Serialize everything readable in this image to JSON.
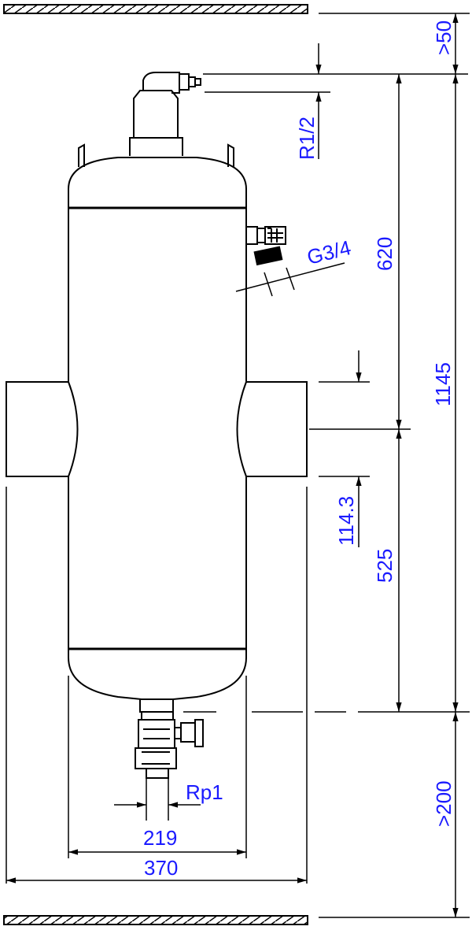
{
  "dimensions": {
    "top_clearance": ">50",
    "vent_thread": "R1/2",
    "side_thread": "G3/4",
    "height_620": "620",
    "height_1145": "1145",
    "pipe_diameter": "114.3",
    "height_525": "525",
    "bottom_clearance": ">200",
    "drain_thread": "Rp1",
    "vessel_diameter": "219",
    "overall_width": "370"
  },
  "colors": {
    "dimension_text": "#1a1aff",
    "lines": "#000000"
  }
}
